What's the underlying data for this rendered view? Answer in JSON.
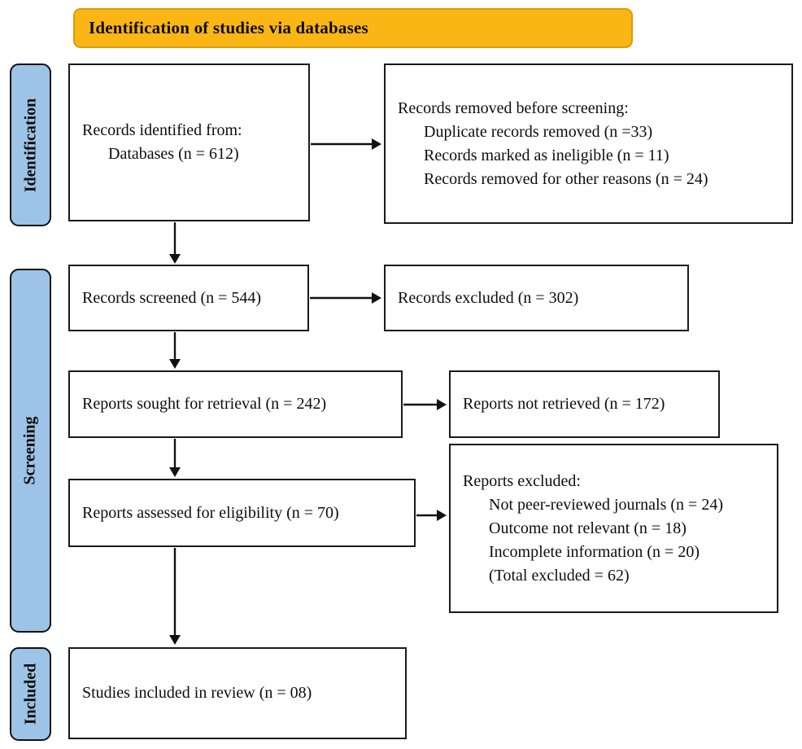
{
  "banner": {
    "title": "Identification of studies via databases"
  },
  "stages": [
    {
      "label": "Identification"
    },
    {
      "label": "Screening"
    },
    {
      "label": "Included"
    }
  ],
  "boxes": {
    "records_identified": {
      "lines": [
        "Records identified from:",
        "Databases (n = 612)"
      ]
    },
    "records_removed": {
      "lines": [
        "Records removed before screening:",
        "Duplicate records removed (n =33)",
        "Records marked as ineligible (n = 11)",
        "Records removed for other reasons (n = 24)"
      ]
    },
    "records_screened": {
      "text": "Records screened (n = 544)"
    },
    "records_excluded": {
      "text": "Records excluded (n = 302)"
    },
    "reports_sought": {
      "text": "Reports sought for retrieval (n = 242)"
    },
    "reports_not_retrieved": {
      "text": "Reports not retrieved (n = 172)"
    },
    "reports_assessed": {
      "text": "Reports assessed for eligibility (n = 70)"
    },
    "reports_excluded": {
      "lines": [
        "Reports excluded:",
        "Not peer-reviewed journals (n = 24)",
        "Outcome not relevant (n = 18)",
        "Incomplete information (n = 20)",
        "(Total excluded = 62)"
      ]
    },
    "studies_included": {
      "text": "Studies included in review (n = 08)"
    }
  },
  "colors": {
    "banner_fill": "#FBB615",
    "banner_border": "#D99A06",
    "stage_fill": "#9DC3E6",
    "line_color": "#111111"
  }
}
